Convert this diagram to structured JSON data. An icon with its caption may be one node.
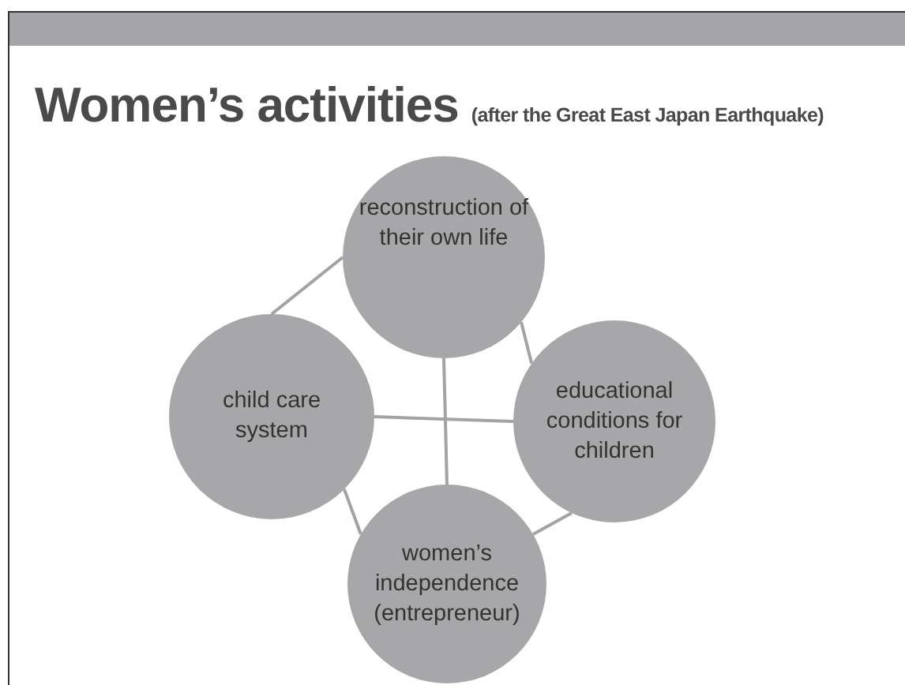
{
  "diagram": {
    "title": "Women’s activities",
    "nodes": [
      {
        "text": [
          "reconstruction of their own life"
        ]
      },
      {
        "text": [
          "child care system"
        ]
      },
      {
        "text": [
          "educational conditions for children"
        ]
      },
      {
        "text": [
          "women’s independence (entrepreneur)"
        ]
      }
    ],
    "edges": [
      {
        "from": 0,
        "to": 1,
        "arrow": "none"
      },
      {
        "from": 0,
        "to": 2,
        "arrow": "none"
      },
      {
        "from": 0,
        "to": 3,
        "arrow": "none"
      },
      {
        "from": 1,
        "to": 2,
        "arrow": "none"
      },
      {
        "from": 1,
        "to": 3,
        "arrow": "none"
      },
      {
        "from": 2,
        "to": 3,
        "arrow": "none"
      }
    ],
    "labels": [
      "(after the Great East Japan Earthquake)"
    ]
  }
}
